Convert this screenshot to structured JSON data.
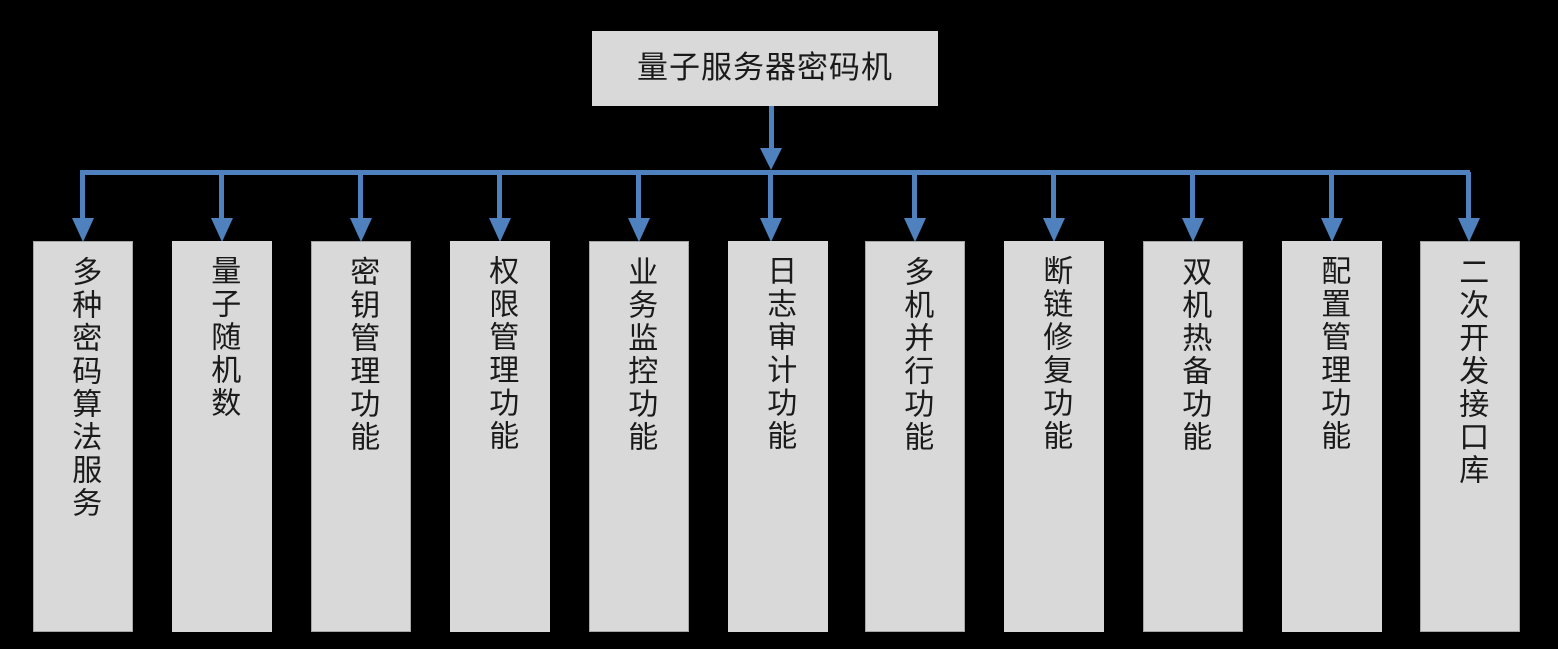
{
  "diagram": {
    "type": "hierarchy-tree",
    "orientation": "top-down-bus",
    "root": {
      "label": "量子服务器密码机"
    },
    "colors": {
      "background": "#000000",
      "node_fill": "#d9d9d9",
      "node_border": "#a6a6a6",
      "connector": "#4e81bd",
      "text": "#1a1a1a"
    },
    "children": [
      {
        "label": "多种密码算法服务",
        "bordered": true
      },
      {
        "label": "量子随机数",
        "bordered": false
      },
      {
        "label": "密钥管理功能",
        "bordered": true
      },
      {
        "label": "权限管理功能",
        "bordered": false
      },
      {
        "label": "业务监控功能",
        "bordered": true
      },
      {
        "label": "日志审计功能",
        "bordered": false
      },
      {
        "label": "多机并行功能",
        "bordered": true
      },
      {
        "label": "断链修复功能",
        "bordered": false
      },
      {
        "label": "双机热备功能",
        "bordered": true
      },
      {
        "label": "配置管理功能",
        "bordered": false
      },
      {
        "label": "二次开发接口库",
        "bordered": true
      }
    ]
  }
}
